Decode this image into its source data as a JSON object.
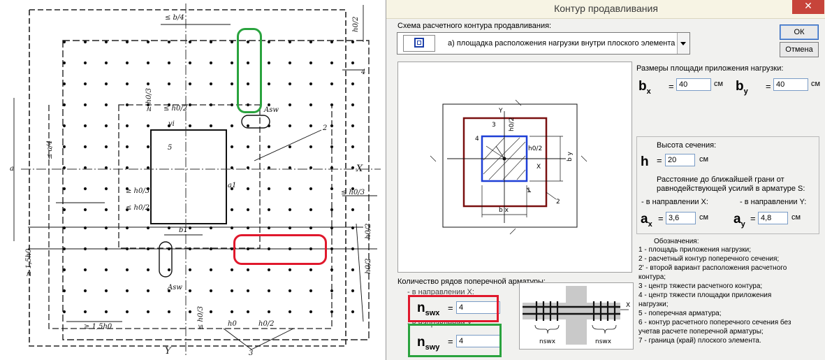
{
  "drawing": {
    "labels": {
      "b4": "≤ b/4",
      "h02_top": "h0/2",
      "n4": "4",
      "n2": "2",
      "n5": "5",
      "n3": "3",
      "asw1": "Asw",
      "asw2": "Asw",
      "h03_a": "≥ h0/3",
      "h02_a": "≤ h0/2",
      "a4": "≤ a/4",
      "a": "a",
      "a1": "a1",
      "X": "X",
      "Y": "Y",
      "h03_b": "≥ h0/3",
      "h02_b": "≤ h0/2",
      "h03_right": "≤ h0/3",
      "b1": "b1",
      "h02_r1": "h0/2",
      "h02_r2": "h0/2",
      "h15_left": "≥ 1,5h0",
      "h15_bottom": "≥ 1,5h0",
      "h03_bot": "≤ h0/3",
      "h0_bot": "h0",
      "h02_bot": "h0/2",
      "v1": "vi"
    }
  },
  "dialog": {
    "title": "Контур продавливания",
    "close_glyph": "✕",
    "scheme_label": "Схема расчетного контура продавливания:",
    "scheme_option": "а) площадка расположения нагрузки внутри плоского элемента",
    "ok": "ОК",
    "cancel": "Отмена",
    "load_area_label": "Размеры площади приложения нагрузки:",
    "bx_sym": "b",
    "bx_sub": "x",
    "bx_value": "40",
    "by_sym": "b",
    "by_sub": "y",
    "by_value": "40",
    "unit_cm": "см",
    "eq": "=",
    "section_height_label": "Высота сечения:",
    "h_sym": "h",
    "h_value": "20",
    "distance_label_1": "Расстояние до ближайшей грани от",
    "distance_label_2": "равнодействующей усилий в арматуре S:",
    "dir_x_label": "- в направлении X:",
    "dir_y_label": "- в направлении Y:",
    "ax_sym": "a",
    "ax_sub": "x",
    "ax_value": "3,6",
    "ay_sym": "a",
    "ay_sub": "y",
    "ay_value": "4,8",
    "legend_title": "Обозначения:",
    "legend": [
      "1  - площадь приложения нагрузки;",
      "2  - расчетный контур поперечного сечения;",
      "2' - второй вариант расположения расчетного",
      "контура;",
      "3 - центр тяжести расчетного контура;",
      "4 - центр тяжести площадки приложения",
      "нагрузки;",
      "5 - поперечная арматура;",
      "6 - контур расчетного поперечного сечения без",
      "учетав расчете поперечной арматуры;",
      "7 - граница (край) плоского элемента."
    ],
    "rows_label": "Количество рядов поперечной арматуры:",
    "in_dir_x": "- в направлении X:",
    "in_dir_y": "- в направлении Y:",
    "nswx_sym": "n",
    "nswx_sub": "swx",
    "nswx_value": "4",
    "nswy_sym": "n",
    "nswy_sub": "swy",
    "nswy_value": "4",
    "scheme_fig": {
      "Y": "Y",
      "X": "X",
      "n1": "1",
      "n2": "2",
      "n3": "3",
      "n4": "4",
      "h02a": "h0/2",
      "h02b": "h0/2",
      "bx": "b x",
      "by": "b y"
    },
    "rebar_fig": {
      "X": "X",
      "nswx": "nswx",
      "nswy": "nswx"
    }
  }
}
